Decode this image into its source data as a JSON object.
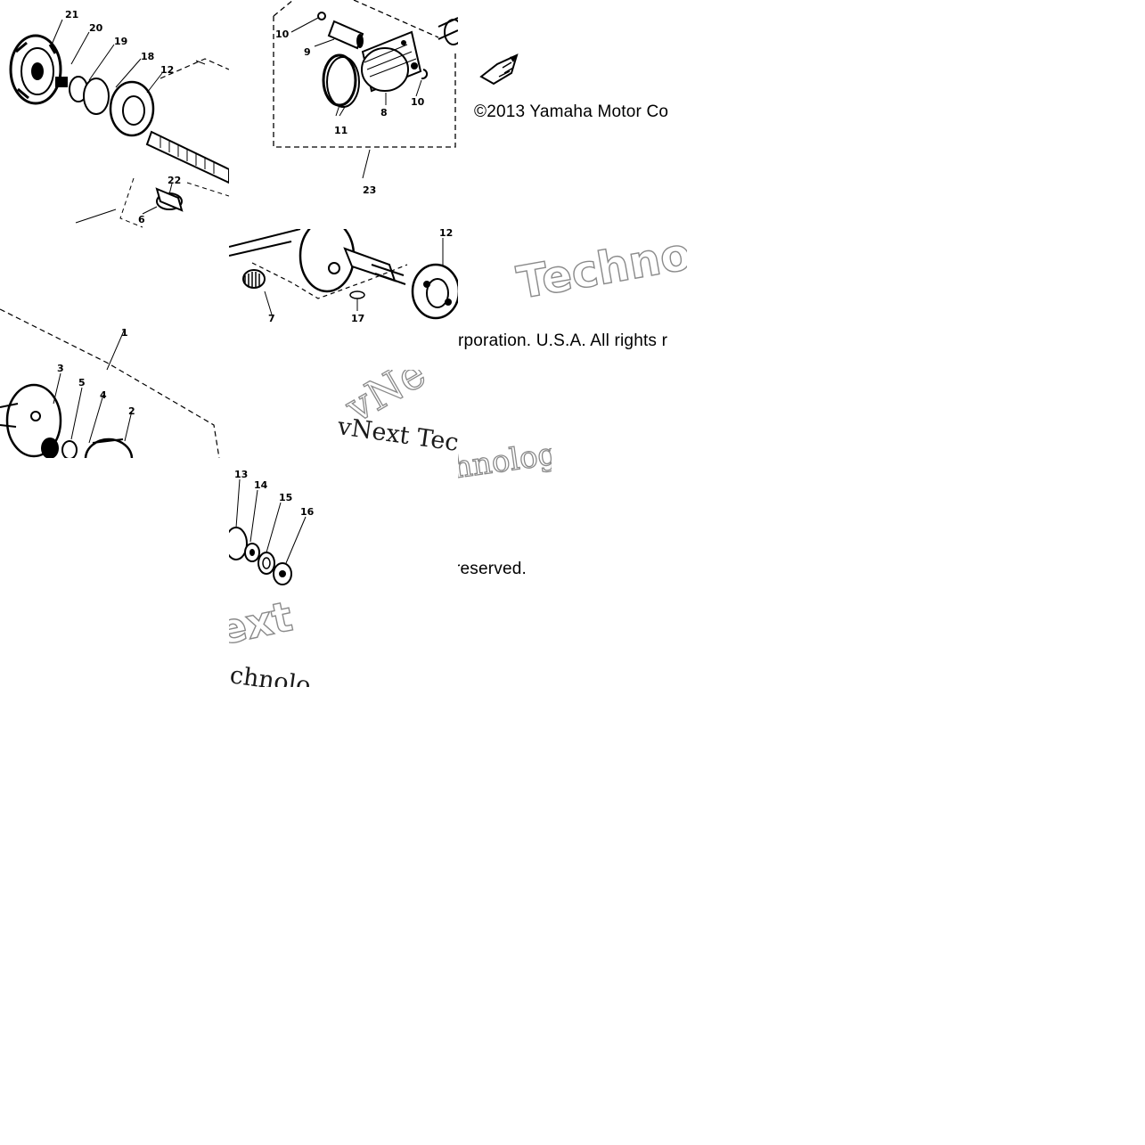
{
  "copyright": {
    "line1": "©2013 Yamaha Motor Co",
    "line2": "rporation. U.S.A. All rights r",
    "line3": "reserved."
  },
  "watermarks": {
    "tile_a": "Techno",
    "tile_b": "vNext Tec",
    "tile_c_top": "ext",
    "tile_c_bottom": "chnolo",
    "tile_d": "hnolog"
  },
  "callouts": {
    "tile_tl": [
      "21",
      "20",
      "19",
      "18",
      "12",
      "22",
      "6"
    ],
    "tile_tm": [
      "10",
      "9",
      "8",
      "10",
      "11",
      "23"
    ],
    "tile_mm": [
      "12",
      "7",
      "17"
    ],
    "tile_ml": [
      "1",
      "3",
      "5",
      "4",
      "2"
    ],
    "tile_bm": [
      "13",
      "14",
      "15",
      "16"
    ]
  }
}
